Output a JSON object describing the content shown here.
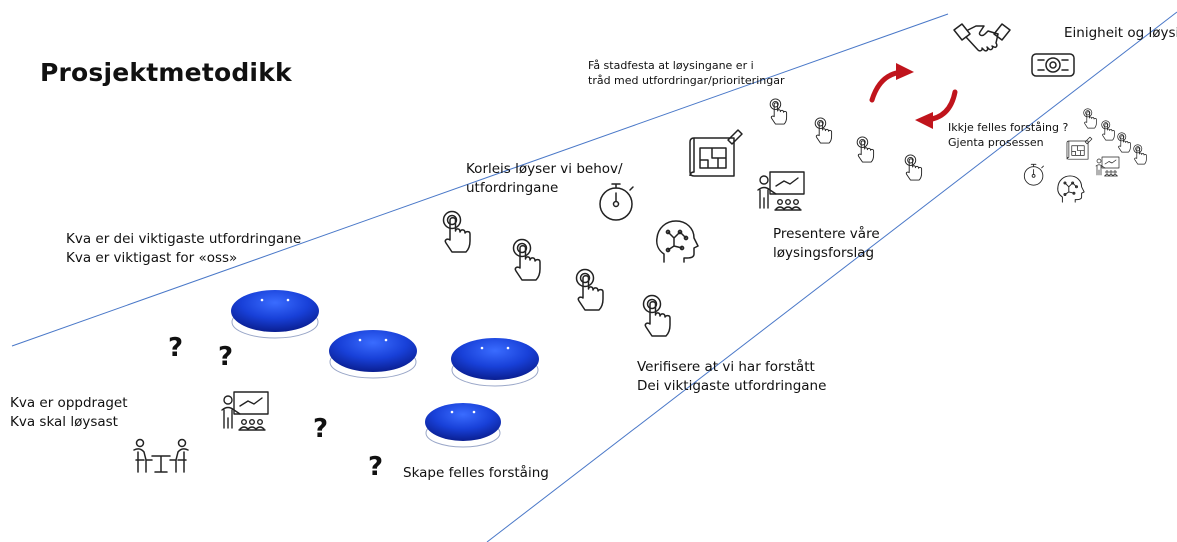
{
  "title": "Prosjektmetodikk",
  "labels": {
    "oppdrag": [
      "Kva er oppdraget",
      "Kva skal løysast"
    ],
    "viktigaste": [
      "Kva er dei viktigaste utfordringane",
      "Kva er viktigast for «oss»"
    ],
    "felles": "Skape felles forståing",
    "korleis": [
      "Korleis løyser vi behov/",
      "utfordringane"
    ],
    "verifisere": [
      "Verifisere at vi har forstått",
      "Dei viktigaste utfordringane"
    ],
    "presentere": [
      "Presentere våre",
      "løysingsforslag"
    ],
    "stadfesta": [
      "Få stadfesta at løysingane er i",
      "tråd med utfordringar/prioriteringar"
    ],
    "ikkje": [
      "Ikkje felles forståing ?",
      "Gjenta prosessen"
    ],
    "einigheit": "Einigheit og løysing"
  },
  "question_mark": "?",
  "colors": {
    "line": "#4a78c8",
    "sphere": "#1840d8",
    "arrow_red": "#c0141c"
  }
}
